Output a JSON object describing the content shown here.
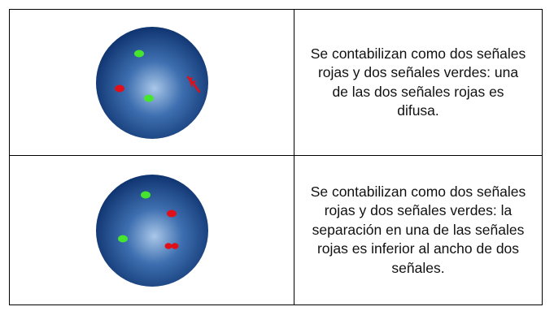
{
  "rows": [
    {
      "description": "Se contabilizan como dos señales rojas y dos señales verdes: una de las dos señales rojas es difusa.",
      "signals": {
        "red": 2,
        "green": 2,
        "note": "one red signal is diffuse"
      }
    },
    {
      "description": "Se contabilizan como dos señales rojas y dos señales verdes: la separación en una de las señales rojas es inferior al ancho de dos señales.",
      "signals": {
        "red": 2,
        "green": 2,
        "note": "one red signal split by less than two signal widths"
      }
    }
  ],
  "colors": {
    "nucleus_center": "#a9c7e8",
    "nucleus_mid": "#3e6fb0",
    "nucleus_edge": "#0f3470",
    "red_signal": "#e0101a",
    "green_signal": "#46e62e"
  }
}
